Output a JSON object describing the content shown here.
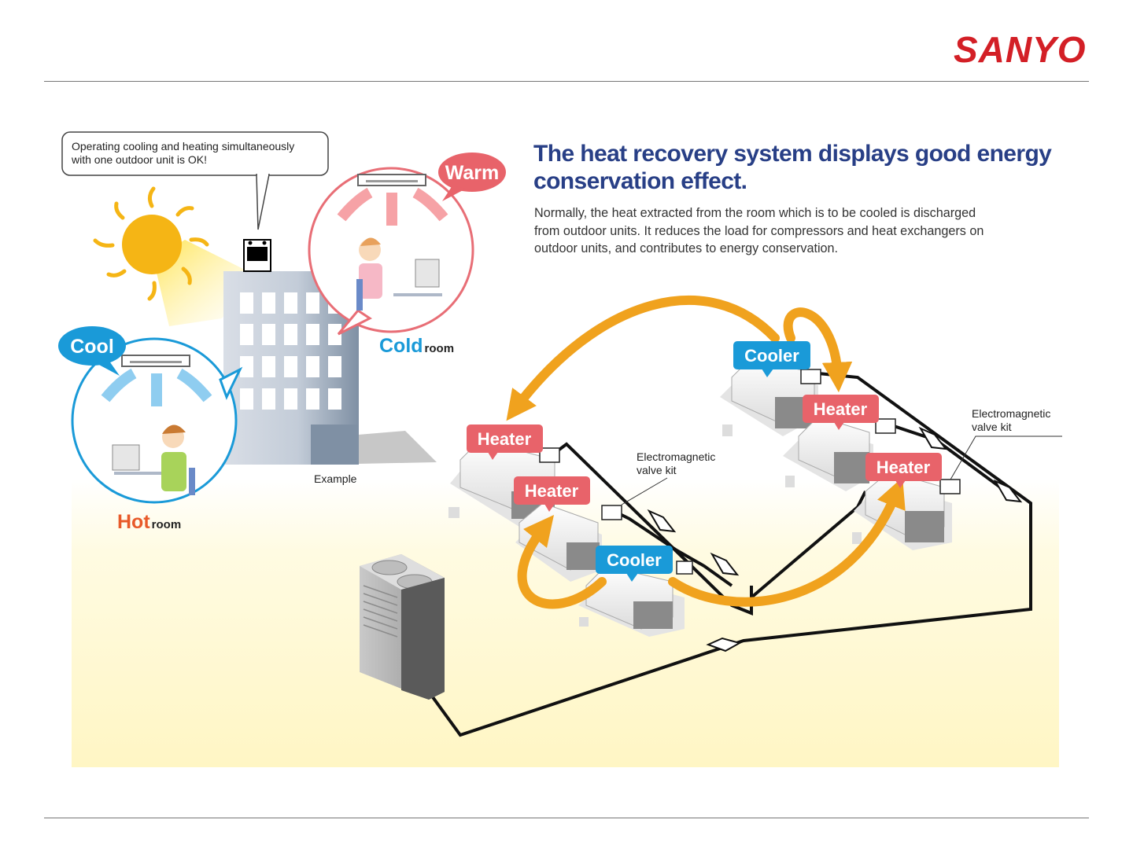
{
  "brand": {
    "logo_text": "SANYO"
  },
  "callout": {
    "line1": "Operating cooling and heating simultaneously",
    "line2": "with one outdoor unit is OK!"
  },
  "bubbles": {
    "warm": "Warm",
    "cool": "Cool"
  },
  "rooms": {
    "cold": {
      "big": "Cold",
      "small": "room"
    },
    "hot": {
      "big": "Hot",
      "small": "room"
    }
  },
  "example_label": "Example",
  "headline": {
    "line1": "The heat recovery system displays good energy",
    "line2": "conservation effect."
  },
  "description": {
    "line1": "Normally, the heat extracted from the room which is to be cooled is discharged",
    "line2": "from outdoor units. It reduces the load for compressors and heat exchangers on",
    "line3": "outdoor units, and contributes to energy conservation."
  },
  "unit_tags": {
    "heater_1": "Heater",
    "heater_2": "Heater",
    "heater_3": "Heater",
    "heater_4": "Heater",
    "cooler_1": "Cooler",
    "cooler_2": "Cooler"
  },
  "valve_labels": {
    "left": {
      "line1": "Electromagnetic",
      "line2": "valve kit"
    },
    "right": {
      "line1": "Electromagnetic",
      "line2": "valve kit"
    }
  },
  "colors": {
    "heater": "#e8636a",
    "cooler": "#1a9ad8",
    "arrow": "#f0a21e",
    "logo": "#d31f26",
    "headline": "#283f86",
    "background_glow": "#fff8c9"
  }
}
